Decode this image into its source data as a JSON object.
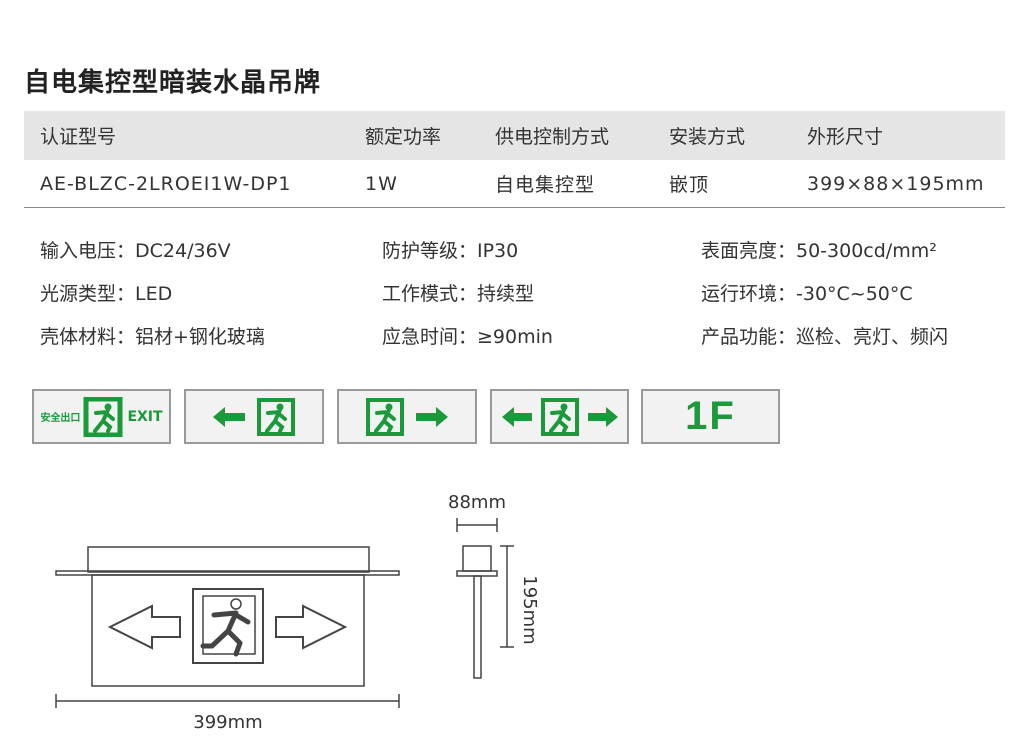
{
  "title": "自电集控型暗装水晶吊牌",
  "table": {
    "headers": [
      "认证型号",
      "额定功率",
      "供电控制方式",
      "安装方式",
      "外形尺寸"
    ],
    "row": [
      "AE-BLZC-2LROEⅠ1W-DP1",
      "1W",
      "自电集控型",
      "嵌顶",
      "399×88×195mm"
    ]
  },
  "specs": {
    "input_voltage": "输入电压：DC24/36V",
    "protection": "防护等级：IP30",
    "brightness": "表面亮度：50-300cd/mm²",
    "light_source": "光源类型：LED",
    "work_mode": "工作模式：持续型",
    "environment": "运行环境：-30°C~50°C",
    "housing": "壳体材料：铝材+钢化玻璃",
    "emergency_time": "应急时间：≥90min",
    "functions": "产品功能：巡检、亮灯、频闪"
  },
  "signs": {
    "exit_cn": "安全出口",
    "exit_en": "EXIT",
    "floor": "1F"
  },
  "dimensions": {
    "depth": "88mm",
    "height": "195mm",
    "width": "399mm"
  },
  "colors": {
    "sign_green": "#1a9a3a",
    "header_bg": "#e5e5e5"
  }
}
